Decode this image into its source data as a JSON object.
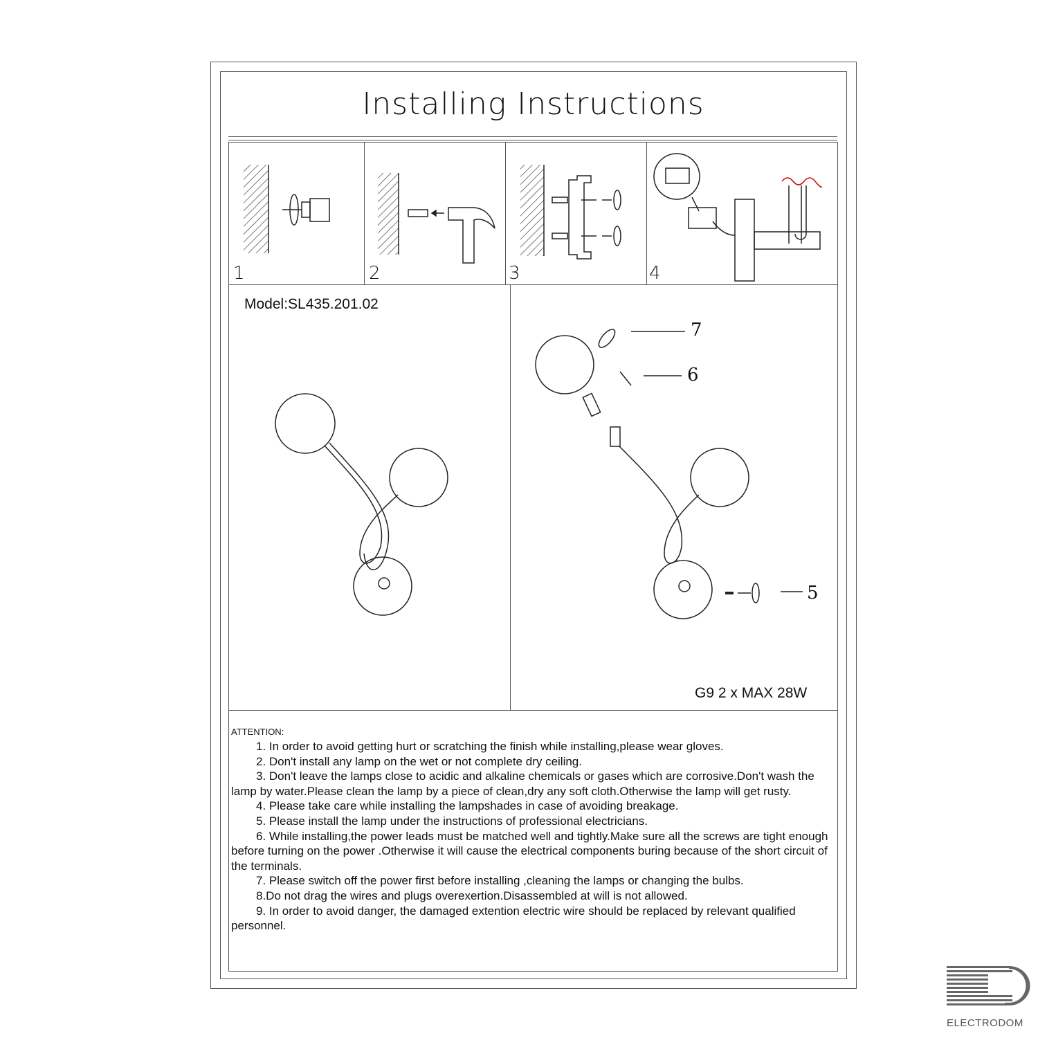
{
  "title": "Installing Instructions",
  "steps": [
    {
      "number": "1"
    },
    {
      "number": "2"
    },
    {
      "number": "3"
    },
    {
      "number": "4"
    }
  ],
  "model": "Model:SL435.201.02",
  "callouts": {
    "c7": "7",
    "c6": "6",
    "c5": "5"
  },
  "bulb_spec": "G9 2 x MAX 28W",
  "attention": {
    "heading": "ATTENTION:",
    "items": [
      "1. In order to avoid getting hurt or scratching the finish while installing,please wear gloves.",
      "2. Don't install any lamp on the wet or not complete dry ceiling.",
      "3. Don't leave the lamps close to acidic and alkaline chemicals or gases which are corrosive.Don't wash the lamp by water.Please clean the lamp by a piece of clean,dry any soft cloth.Otherwise the lamp will get rusty.",
      "4. Please take care while installing the lampshades in case of avoiding breakage.",
      "5. Please install the lamp under the instructions of professional electricians.",
      "6. While installing,the power leads must be matched well and tightly.Make sure all the screws are tight enough before turning on the power .Otherwise it will cause the electrical components buring because of the short circuit of the terminals.",
      "7. Please switch off the power first before installing ,cleaning the lamps or changing the bulbs.",
      "8.Do not drag the wires and plugs overexertion.Disassembled at will is not allowed.",
      "9. In order to avoid danger, the damaged extention electric wire should be replaced by relevant qualified personnel."
    ]
  },
  "watermark": "ELECTRODOM"
}
